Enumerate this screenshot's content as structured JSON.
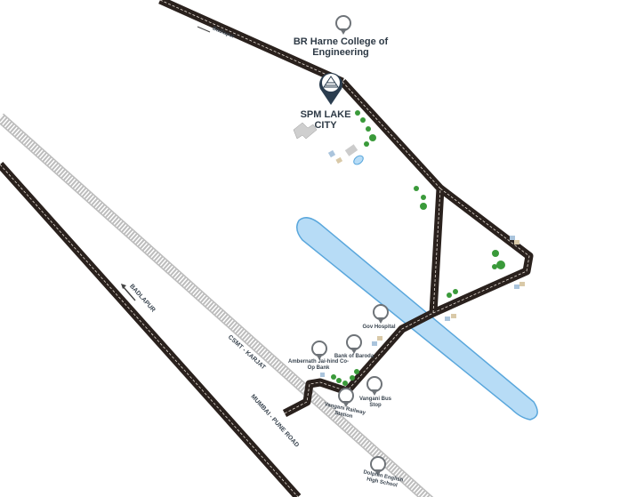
{
  "project": {
    "name": "SPM LAKE CITY",
    "pin_color": "#2b3d4f"
  },
  "landmarks": [
    {
      "label": "BR Harne College of Engineering",
      "icon": "college-icon"
    },
    {
      "label": "Gov Hospital",
      "icon": "hospital-icon"
    },
    {
      "label": "Bank of Baroda",
      "icon": "bank-icon"
    },
    {
      "label": "Ambernath Jai-hind Co-Op Bank",
      "icon": "bank-icon"
    },
    {
      "label": "Vangani Bus Stop",
      "icon": "bus-icon"
    },
    {
      "label": "Vangani Railway Station",
      "icon": "train-icon"
    },
    {
      "label": "Dolphin English High School",
      "icon": "school-icon"
    }
  ],
  "roads": {
    "top_direction": "Badlapur",
    "left_direction": "BADLAPUR",
    "railway": "CSMT - KARJAT",
    "highway": "MUMBAI - PUNE ROAD"
  },
  "colors": {
    "road": "#2a211d",
    "lake": "#b7dcf6",
    "lake_border": "#5aa7dc",
    "tree": "#3a9a3a",
    "rail": "#c9c9c9"
  }
}
